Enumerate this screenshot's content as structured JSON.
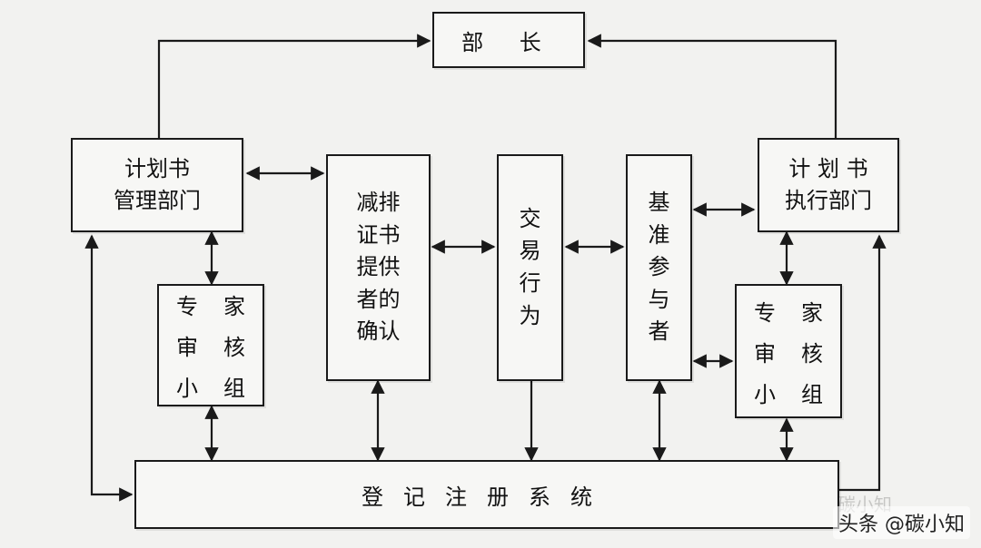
{
  "boxes": {
    "minister": "部 长",
    "plan_mgmt": "计划书\n管理部门",
    "plan_exec": "计 划 书\n执行部门",
    "expert_left": [
      "专",
      "家",
      "审",
      "核",
      "小",
      "组"
    ],
    "expert_right": [
      "专",
      "家",
      "审",
      "核",
      "小",
      "组"
    ],
    "certificate": "减排\n证书\n提供\n者的\n确认",
    "trading": "交\n易\n行\n为",
    "baseline": "基\n准\n参\n与\n者",
    "registry": "登记注册系统"
  },
  "watermark": "头条 @碳小知",
  "watermark_faint": "碳小知",
  "colors": {
    "line": "#1a1a1a",
    "background": "#f2f2f0",
    "box": "#f7f7f5"
  }
}
